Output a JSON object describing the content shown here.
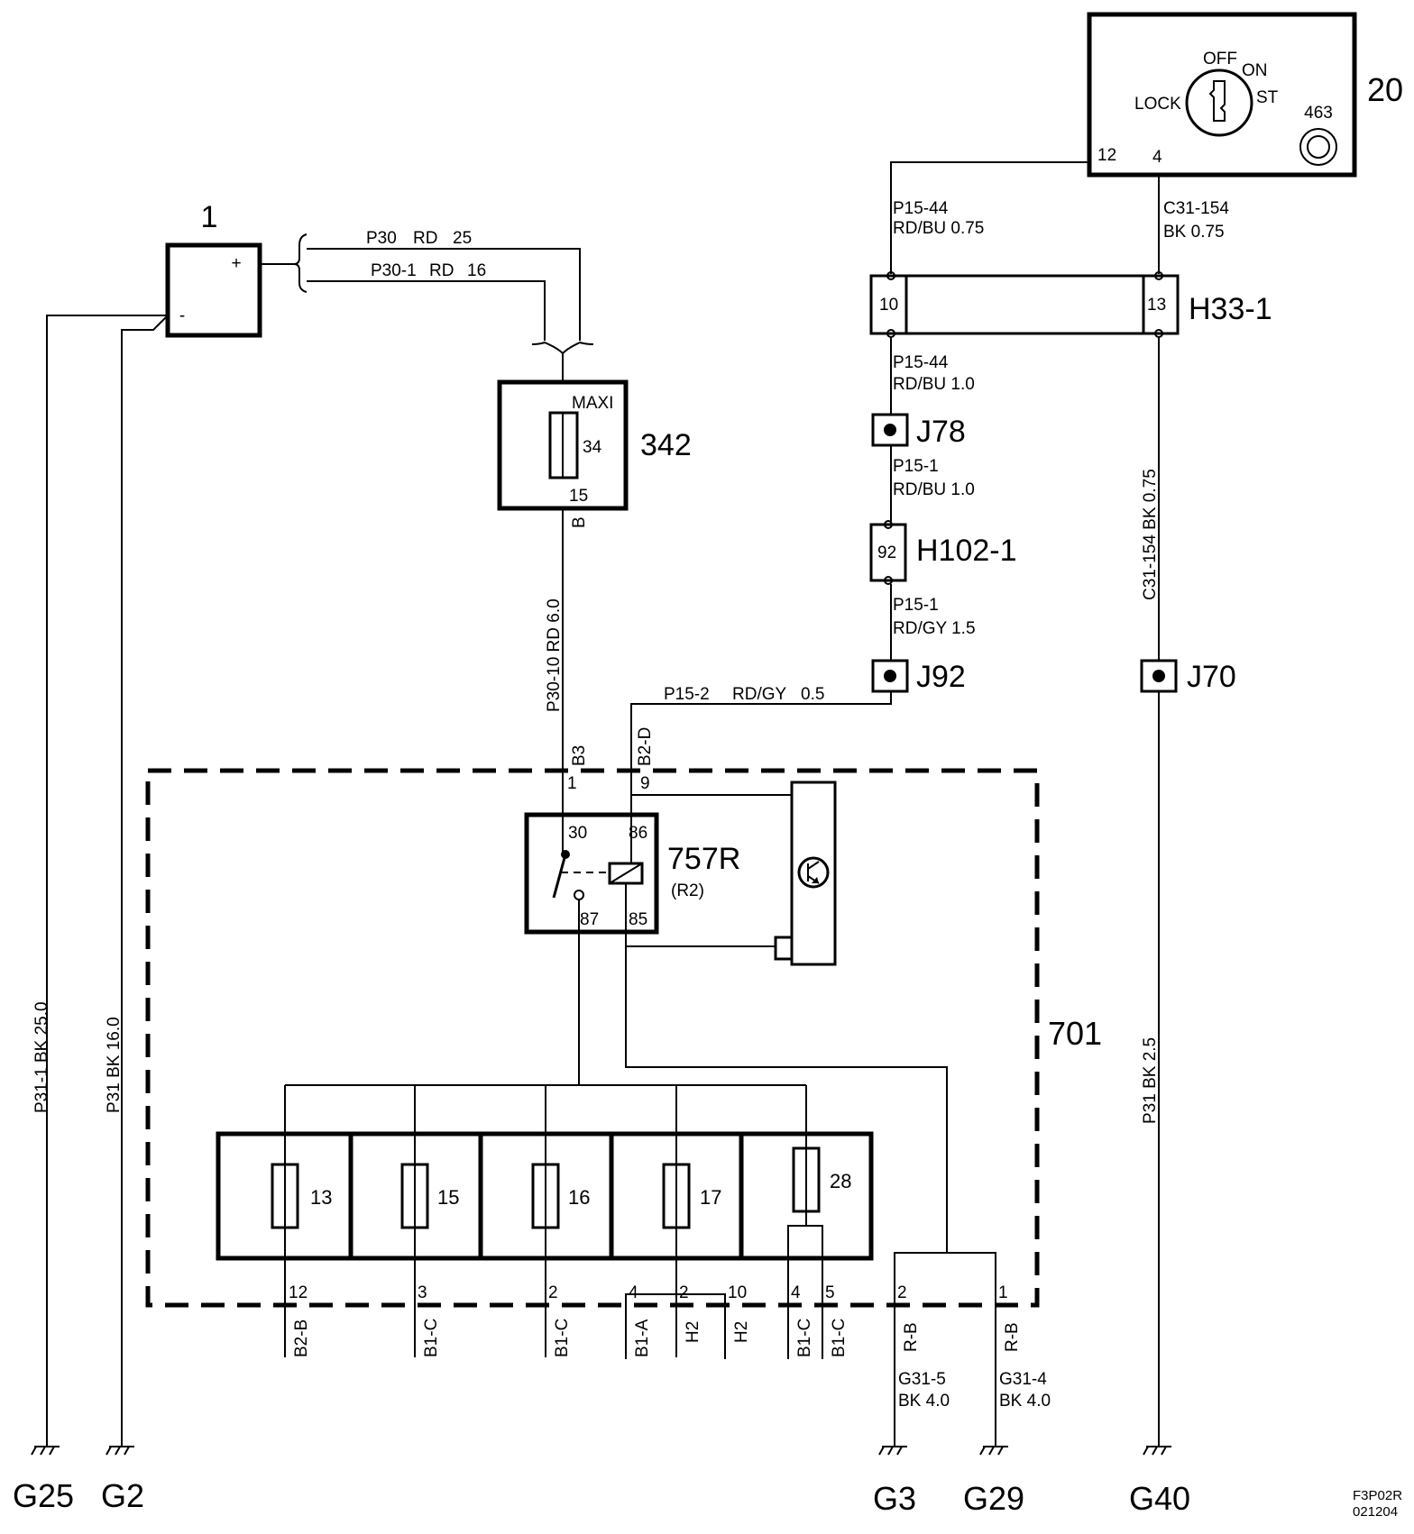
{
  "components": {
    "battery": {
      "number": "1",
      "plus": "+",
      "minus": "-"
    },
    "ignition_switch": {
      "number": "20",
      "positions": {
        "off": "OFF",
        "on": "ON",
        "lock": "LOCK",
        "st": "ST"
      },
      "sub_number": "463",
      "pin_a": "12",
      "pin_b": "4"
    },
    "maxi_fuse_block": {
      "number": "342",
      "type": "MAXI",
      "fuse_number": "34",
      "pin": "15",
      "connector": "B"
    },
    "connector_h33": {
      "number": "H33-1",
      "pin_a": "10",
      "pin_b": "13"
    },
    "connector_h102": {
      "number": "H102-1",
      "pin": "92"
    },
    "relay": {
      "number": "757R",
      "sub": "(R2)",
      "pins": {
        "p30": "30",
        "p86": "86",
        "p87": "87",
        "p85": "85"
      }
    },
    "fuse_box": {
      "number": "701",
      "entry_pin_a": "1",
      "entry_conn_a": "B3",
      "entry_pin_b": "9",
      "entry_conn_b": "B2-D"
    },
    "fuses": [
      {
        "number": "13",
        "pin": "12",
        "connector": "B2-B"
      },
      {
        "number": "15",
        "pin": "3",
        "connector": "B1-C"
      },
      {
        "number": "16",
        "pin": "2",
        "connector": "B1-C"
      },
      {
        "number": "17",
        "pins": [
          "4",
          "2",
          "10"
        ],
        "connectors": [
          "B1-A",
          "H2",
          "H2"
        ]
      },
      {
        "number": "28",
        "pins": [
          "4",
          "5"
        ],
        "connectors": [
          "B1-C",
          "B1-C"
        ]
      }
    ],
    "ground_pins": [
      {
        "pin": "2",
        "connector": "R-B"
      },
      {
        "pin": "1",
        "connector": "R-B"
      }
    ]
  },
  "splices": {
    "j78": "J78",
    "j92": "J92",
    "j70": "J70"
  },
  "wires": {
    "p30": {
      "name": "P30",
      "color": "RD",
      "size": "25"
    },
    "p30_1": {
      "name": "P30-1",
      "color": "RD",
      "size": "16"
    },
    "p30_10": "P30-10 RD 6.0",
    "p15_44_top": {
      "name": "P15-44",
      "spec": "RD/BU 0.75"
    },
    "c31_154_top": {
      "name": "C31-154",
      "spec": "BK 0.75"
    },
    "p15_44_mid": {
      "name": "P15-44",
      "spec": "RD/BU 1.0"
    },
    "p15_1_a": {
      "name": "P15-1",
      "spec": "RD/BU 1.0"
    },
    "p15_1_b": {
      "name": "P15-1",
      "spec": "RD/GY 1.5"
    },
    "p15_2": {
      "name": "P15-2",
      "color": "RD/GY",
      "size": "0.5"
    },
    "c31_154_vert": "C31-154 BK 0.75",
    "p31_1": "P31-1 BK 25.0",
    "p31_16": "P31 BK 16.0",
    "p31_25": "P31 BK 2.5",
    "g31_5": {
      "name": "G31-5",
      "spec": "BK 4.0"
    },
    "g31_4": {
      "name": "G31-4",
      "spec": "BK 4.0"
    }
  },
  "grounds": {
    "g25": "G25",
    "g2": "G2",
    "g3": "G3",
    "g29": "G29",
    "g40": "G40"
  },
  "figure_code": {
    "line1": "F3P02R",
    "line2": "021204"
  }
}
